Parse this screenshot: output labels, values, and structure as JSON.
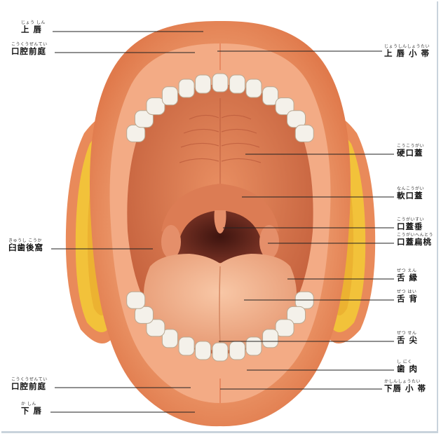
{
  "labels_left": [
    {
      "ruby": "じょう しん",
      "text": "上 唇"
    },
    {
      "ruby": "こうくうぜんてい",
      "text": "口腔前庭"
    },
    {
      "ruby": "きゅうし こうか",
      "text": "臼歯後窩"
    },
    {
      "ruby": "こうくうぜんてい",
      "text": "口腔前庭"
    },
    {
      "ruby": "か しん",
      "text": "下 唇"
    }
  ],
  "labels_right": [
    {
      "ruby": "じょうしんしょうたい",
      "text": "上 唇 小 帯"
    },
    {
      "ruby": "こうこうがい",
      "text": "硬口蓋"
    },
    {
      "ruby": "なんこうがい",
      "text": "軟口蓋"
    },
    {
      "ruby": "こうがいすい",
      "text": "口蓋垂"
    },
    {
      "ruby": "こうがいへんとう",
      "text": "口蓋扁桃"
    },
    {
      "ruby": "ぜつ えん",
      "text": "舌 縁"
    },
    {
      "ruby": "ぜつ はい",
      "text": "舌 背"
    },
    {
      "ruby": "ぜつ せん",
      "text": "舌 尖"
    },
    {
      "ruby": "し にく",
      "text": "歯 肉"
    },
    {
      "ruby": "かしんしょうたい",
      "text": "下唇 小 帯"
    }
  ],
  "colors": {
    "lip": "#e9885a",
    "lip_light": "#f6b98f",
    "gum": "#ef9a78",
    "palate": "#d9774f",
    "tongue": "#f2b08c",
    "teeth": "#f4f1ea",
    "throat": "#5a241c",
    "fat": "#f2c23a",
    "leader": "#222222"
  }
}
